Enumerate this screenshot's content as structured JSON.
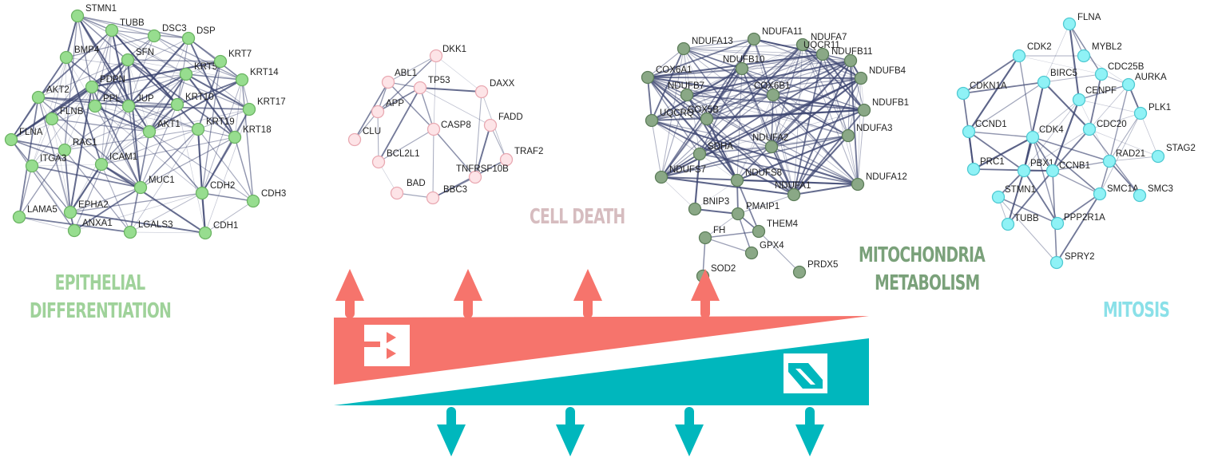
{
  "clusters": [
    {
      "id": "epithelial",
      "title": [
        "EPITHELIAL",
        "DIFFERENTIATION"
      ],
      "title_color": "#9fd29a",
      "node_fill": "#97dd8f",
      "node_stroke": "#6bb463",
      "nodes": [
        {
          "id": "STMN1"
        },
        {
          "id": "TUBB"
        },
        {
          "id": "DSC3"
        },
        {
          "id": "DSP"
        },
        {
          "id": "BMP4"
        },
        {
          "id": "SFN"
        },
        {
          "id": "KRT5"
        },
        {
          "id": "KRT7"
        },
        {
          "id": "PDPN"
        },
        {
          "id": "KRT14"
        },
        {
          "id": "AKT2"
        },
        {
          "id": "PPL"
        },
        {
          "id": "JUP"
        },
        {
          "id": "KRT10"
        },
        {
          "id": "KRT17"
        },
        {
          "id": "FLNB"
        },
        {
          "id": "AKT1"
        },
        {
          "id": "KRT19"
        },
        {
          "id": "KRT18"
        },
        {
          "id": "FLNA"
        },
        {
          "id": "RAC1"
        },
        {
          "id": "ITGA3"
        },
        {
          "id": "ICAM1"
        },
        {
          "id": "MUC1"
        },
        {
          "id": "CDH2"
        },
        {
          "id": "CDH3"
        },
        {
          "id": "EPHA2"
        },
        {
          "id": "LAMA5"
        },
        {
          "id": "ANXA1"
        },
        {
          "id": "LGALS3"
        },
        {
          "id": "CDH1"
        }
      ]
    },
    {
      "id": "cell-death",
      "title": [
        "CELL DEATH"
      ],
      "title_color": "#d6bcbf",
      "node_fill": "#fde4e7",
      "node_stroke": "#e9a9b2",
      "nodes": [
        {
          "id": "DKK1"
        },
        {
          "id": "ABL1"
        },
        {
          "id": "TP53"
        },
        {
          "id": "DAXX"
        },
        {
          "id": "APP"
        },
        {
          "id": "FADD"
        },
        {
          "id": "CASP8"
        },
        {
          "id": "CLU"
        },
        {
          "id": "TRAF2"
        },
        {
          "id": "BCL2L1"
        },
        {
          "id": "TNFRSF10B"
        },
        {
          "id": "BAD"
        },
        {
          "id": "BBC3"
        }
      ]
    },
    {
      "id": "mitochondria",
      "title": [
        "MITOCHONDRIA",
        "METABOLISM"
      ],
      "title_color": "#7aa17a",
      "node_fill": "#8aa886",
      "node_stroke": "#5d7e5a",
      "nodes": [
        {
          "id": "NDUFA13"
        },
        {
          "id": "NDUFA11"
        },
        {
          "id": "NDUFA7"
        },
        {
          "id": "UQCR11"
        },
        {
          "id": "NDUFB11"
        },
        {
          "id": "COX6A1"
        },
        {
          "id": "NDUFB10"
        },
        {
          "id": "NDUFB4"
        },
        {
          "id": "NDUFB7"
        },
        {
          "id": "COX6B1"
        },
        {
          "id": "NDUFB1"
        },
        {
          "id": "UQCRQ"
        },
        {
          "id": "COX5B"
        },
        {
          "id": "NDUFA3"
        },
        {
          "id": "SDHA"
        },
        {
          "id": "NDUFA2"
        },
        {
          "id": "NDUFS7"
        },
        {
          "id": "NDUFS8"
        },
        {
          "id": "NDUFA1"
        },
        {
          "id": "NDUFA12"
        },
        {
          "id": "BNIP3"
        },
        {
          "id": "PMAIP1"
        },
        {
          "id": "THEM4"
        },
        {
          "id": "FH"
        },
        {
          "id": "GPX4"
        },
        {
          "id": "SOD2"
        },
        {
          "id": "PRDX5"
        }
      ]
    },
    {
      "id": "mitosis",
      "title": [
        "MITOSIS"
      ],
      "title_color": "#8ae0e8",
      "node_fill": "#8ff2f6",
      "node_stroke": "#4fc9d2",
      "nodes": [
        {
          "id": "FLNA"
        },
        {
          "id": "CDK2"
        },
        {
          "id": "MYBL2"
        },
        {
          "id": "CDC25B"
        },
        {
          "id": "BIRC5"
        },
        {
          "id": "AURKA"
        },
        {
          "id": "CDKN1A"
        },
        {
          "id": "CENPF"
        },
        {
          "id": "PLK1"
        },
        {
          "id": "CCND1"
        },
        {
          "id": "CDK4"
        },
        {
          "id": "CDC20"
        },
        {
          "id": "STAG2"
        },
        {
          "id": "RAD21"
        },
        {
          "id": "PRC1"
        },
        {
          "id": "PBX1"
        },
        {
          "id": "CCNB1"
        },
        {
          "id": "SMC1A"
        },
        {
          "id": "SMC3"
        },
        {
          "id": "STMN1"
        },
        {
          "id": "PPP2R1A"
        },
        {
          "id": "TUBB"
        },
        {
          "id": "SPRY2"
        }
      ]
    }
  ],
  "colors": {
    "up_wedge": "#f6746c",
    "down_wedge": "#00b7bd",
    "edge": "#3b4470",
    "logo": "#ffffff"
  },
  "icons": {
    "up_arrow": "arrow-up-icon",
    "down_arrow": "arrow-down-icon",
    "left_logo": "play-logo-icon",
    "right_logo": "s-logo-icon"
  }
}
